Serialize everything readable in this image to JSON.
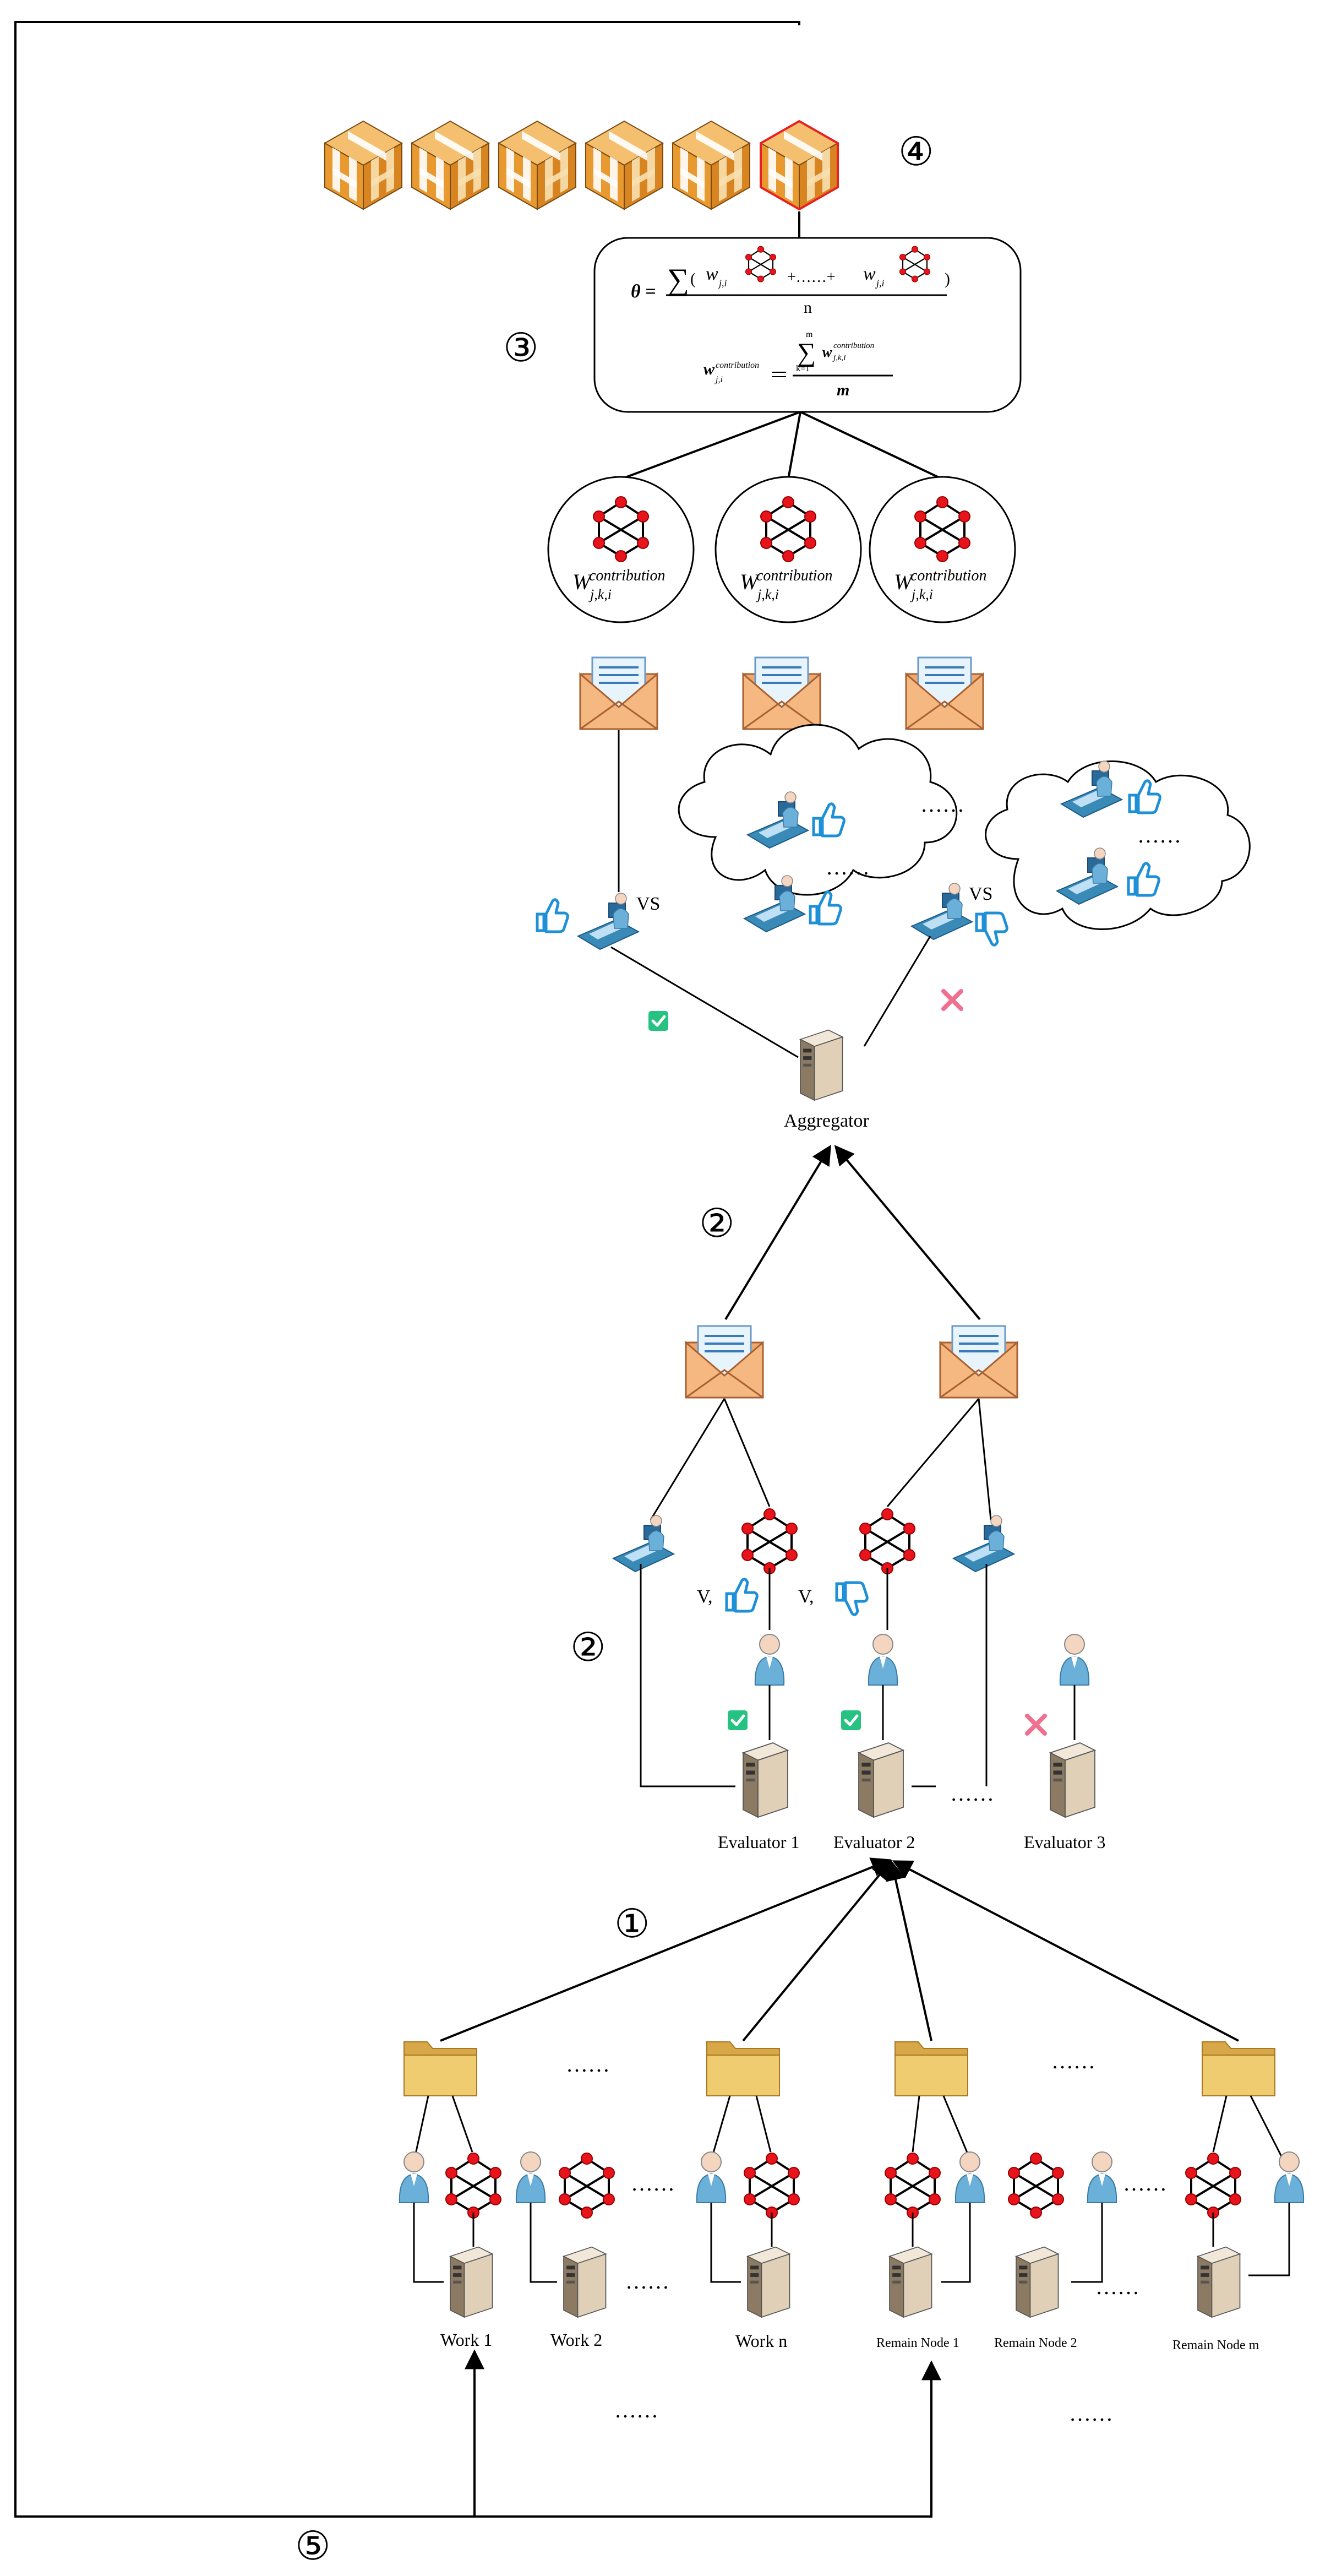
{
  "steps": [
    "①",
    "②",
    "②",
    "③",
    "④",
    "⑤"
  ],
  "aggregator": {
    "label": "Aggregator"
  },
  "evaluators": [
    "Evaluator 1",
    "Evaluator 2",
    "Evaluator 3"
  ],
  "workers": [
    "Work 1",
    "Work 2",
    "Work n"
  ],
  "remain_nodes": [
    "Remain Node 1",
    "Remain Node 2",
    "Remain Node m"
  ],
  "vs_label": "VS",
  "v_label": "V",
  "ellipsis": "……",
  "formula": {
    "theta_lhs": "θ =",
    "sum": "∑",
    "open": "(",
    "close": ")",
    "w_ji": "w",
    "w_sub": "j,i",
    "plus_dots": "+……+",
    "denominator_n": "n",
    "w_contrib": "w",
    "contrib_sup": "contribution",
    "contrib_sub": "j,i",
    "sum_k": "∑",
    "k_lower": "k=1",
    "k_upper": "m",
    "wjki_sub": "j,k,i",
    "denominator_m": "m"
  },
  "model_circles": [
    {
      "w": "W",
      "sup": "contribution",
      "sub": "j,k,i"
    },
    {
      "w": "W",
      "sup": "contribution",
      "sub": "j,k,i"
    },
    {
      "w": "W",
      "sup": "contribution",
      "sub": "j,k,i"
    }
  ],
  "colors": {
    "line": "#000000",
    "node_red": "#e8141c",
    "block_orange": "#e8a040",
    "block_highlight": "#e82020",
    "thumb_blue": "#1e90d8",
    "check_green": "#26c281",
    "cross_pink": "#f07090",
    "envelope": "#e8a870",
    "folder": "#e8c060",
    "server": "#d8c8b0",
    "person": "#6ab0d8"
  }
}
